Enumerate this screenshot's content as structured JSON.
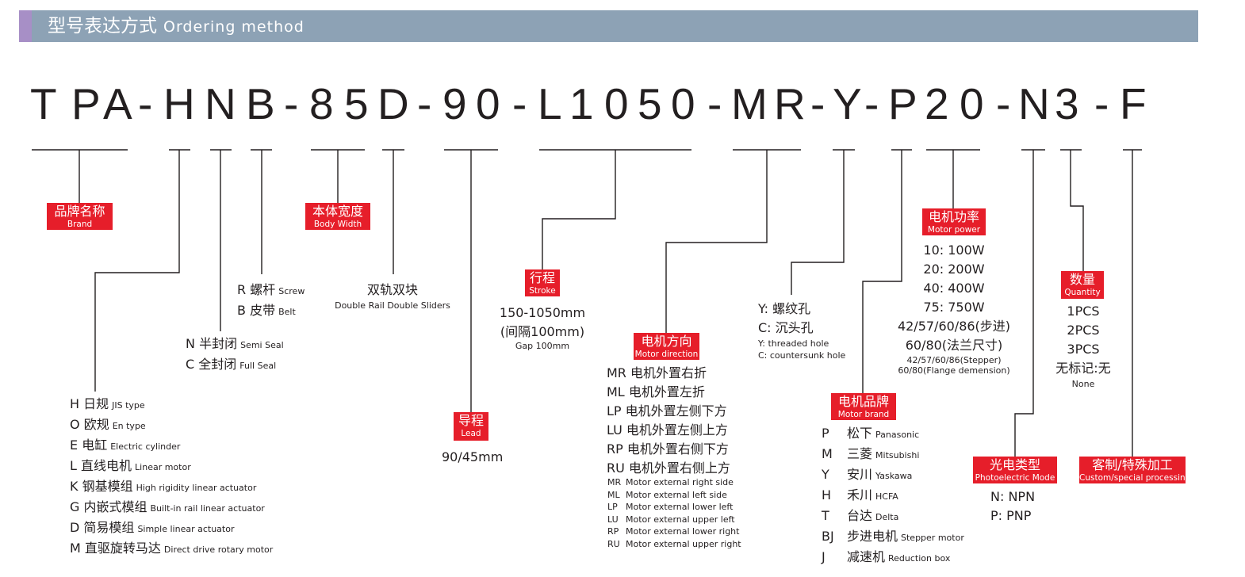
{
  "header": {
    "title_cn": "型号表达方式",
    "title_en": "Ordering method"
  },
  "code": [
    "T",
    "P",
    "A",
    "-",
    "H",
    "N",
    "B",
    "-",
    "8",
    "5",
    "D",
    "-",
    "9",
    "0",
    "-",
    "L",
    "1",
    "0",
    "5",
    "0",
    "-",
    "M",
    "R",
    "-",
    "Y",
    "-",
    "P",
    "2",
    "0",
    "-",
    "N",
    "3",
    "-",
    "F"
  ],
  "tags": {
    "brand": {
      "cn": "品牌名称",
      "en": "Brand"
    },
    "body_width": {
      "cn": "本体宽度",
      "en": "Body Width"
    },
    "stroke": {
      "cn": "行程",
      "en": "Stroke"
    },
    "lead": {
      "cn": "导程",
      "en": "Lead"
    },
    "motor_direction": {
      "cn": "电机方向",
      "en": "Motor direction"
    },
    "motor_power": {
      "cn": "电机功率",
      "en": "Motor power"
    },
    "quantity": {
      "cn": "数量",
      "en": "Quantity"
    },
    "motor_brand": {
      "cn": "电机品牌",
      "en": "Motor brand"
    },
    "photoelectric": {
      "cn": "光电类型",
      "en": "Photoelectric Mode"
    },
    "custom": {
      "cn": "客制/特殊加工",
      "en": "Custom/special processing"
    }
  },
  "type_options": [
    {
      "code": "H",
      "cn": "日规",
      "en": "JIS type"
    },
    {
      "code": "O",
      "cn": "欧规",
      "en": "En type"
    },
    {
      "code": "E",
      "cn": "电缸",
      "en": "Electric cylinder"
    },
    {
      "code": "L",
      "cn": "直线电机",
      "en": "Linear motor"
    },
    {
      "code": "K",
      "cn": "钢基模组",
      "en": "High rigidity linear actuator"
    },
    {
      "code": "G",
      "cn": "内嵌式模组",
      "en": "Built-in rail linear actuator"
    },
    {
      "code": "D",
      "cn": "简易模组",
      "en": "Simple linear actuator"
    },
    {
      "code": "M",
      "cn": "直驱旋转马达",
      "en": "Direct drive rotary motor"
    }
  ],
  "seal_options": [
    {
      "code": "N",
      "cn": "半封闭",
      "en": "Semi Seal"
    },
    {
      "code": "C",
      "cn": "全封闭",
      "en": "Full Seal"
    }
  ],
  "drive_options": [
    {
      "code": "R",
      "cn": "螺杆",
      "en": "Screw"
    },
    {
      "code": "B",
      "cn": "皮带",
      "en": "Belt"
    }
  ],
  "rail": {
    "cn": "双轨双块",
    "en": "Double Rail Double Sliders"
  },
  "stroke_info": {
    "range": "150-1050mm",
    "gap_cn": "(间隔100mm)",
    "gap_en": "Gap 100mm"
  },
  "lead_info": "90/45mm",
  "direction_options": [
    {
      "code": "MR",
      "cn": "电机外置右折"
    },
    {
      "code": "ML",
      "cn": "电机外置左折"
    },
    {
      "code": "LP",
      "cn": "电机外置左侧下方"
    },
    {
      "code": "LU",
      "cn": "电机外置左侧上方"
    },
    {
      "code": "RP",
      "cn": "电机外置右侧下方"
    },
    {
      "code": "RU",
      "cn": "电机外置右侧上方"
    }
  ],
  "direction_en": [
    {
      "code": "MR",
      "en": "Motor external right side"
    },
    {
      "code": "ML",
      "en": "Motor external left side"
    },
    {
      "code": "LP",
      "en": "Motor external lower left"
    },
    {
      "code": "LU",
      "en": "Motor external upper left"
    },
    {
      "code": "RP",
      "en": "Motor external lower right"
    },
    {
      "code": "RU",
      "en": "Motor external upper right"
    }
  ],
  "hole_options": {
    "y": "Y: 螺纹孔",
    "c": "C: 沉头孔",
    "y_en": "Y: threaded hole",
    "c_en": "C: countersunk hole"
  },
  "power_options": {
    "items": [
      "10: 100W",
      "20: 200W",
      "40: 400W",
      "75: 750W"
    ],
    "stepper_cn": "42/57/60/86(步进)",
    "flange_cn": "60/80(法兰尺寸)",
    "stepper_en": "42/57/60/86(Stepper)",
    "flange_en": "60/80(Flange demension)"
  },
  "quantity_options": {
    "items": [
      "1PCS",
      "2PCS",
      "3PCS"
    ],
    "none_cn": "无标记:无",
    "none_en": "None"
  },
  "brand_options": [
    {
      "code": "P",
      "cn": "松下",
      "en": "Panasonic"
    },
    {
      "code": "M",
      "cn": "三菱",
      "en": "Mitsubishi"
    },
    {
      "code": "Y",
      "cn": "安川",
      "en": "Yaskawa"
    },
    {
      "code": "H",
      "cn": "禾川",
      "en": "HCFA"
    },
    {
      "code": "T",
      "cn": "台达",
      "en": "Delta"
    },
    {
      "code": "BJ",
      "cn": "步进电机",
      "en": "Stepper motor"
    },
    {
      "code": "J",
      "cn": "减速机",
      "en": "Reduction box"
    }
  ],
  "photo_options": [
    "N: NPN",
    "P: PNP"
  ]
}
